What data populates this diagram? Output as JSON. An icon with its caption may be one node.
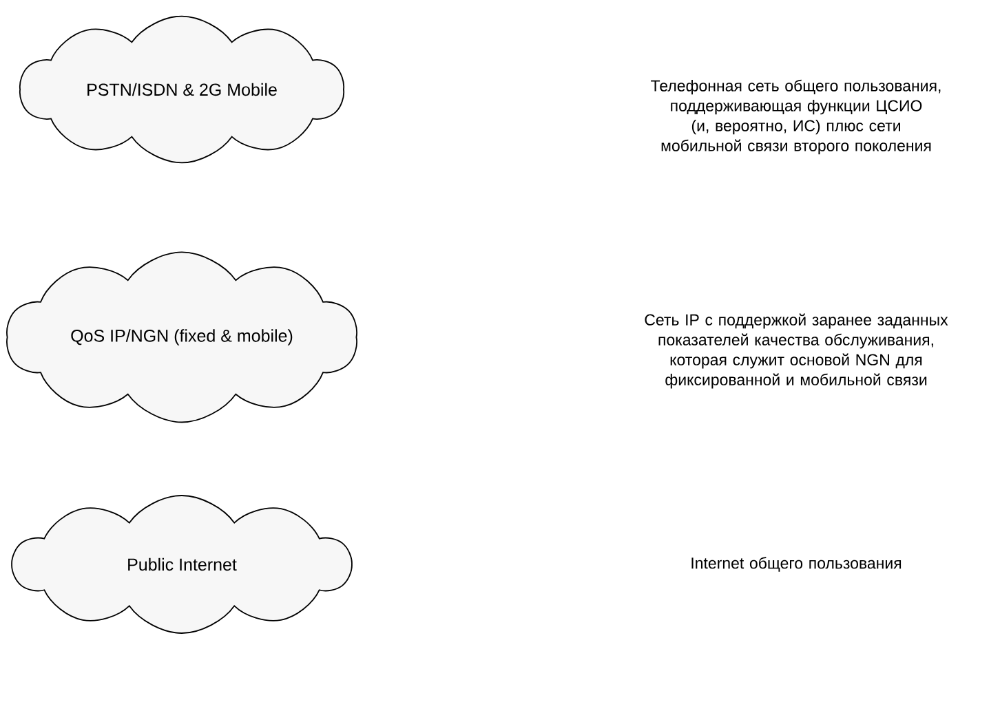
{
  "diagram": {
    "nodes": [
      {
        "text": [
          "PSTN/ISDN & 2G Mobile"
        ]
      },
      {
        "text": [
          "QoS IP/NGN (fixed & mobile)"
        ]
      },
      {
        "text": [
          "Public Internet"
        ]
      }
    ],
    "labels": [
      "Телефонная сеть общего пользования, поддерживающая функции ЦСИО (и, вероятно, ИС) плюс сети мобильной связи второго поколения",
      "Сеть IP с поддержкой заранее заданных показателей качества обслуживания, которая служит основой NGN для фиксированной и мобильной связи",
      "Internet общего пользования"
    ]
  }
}
